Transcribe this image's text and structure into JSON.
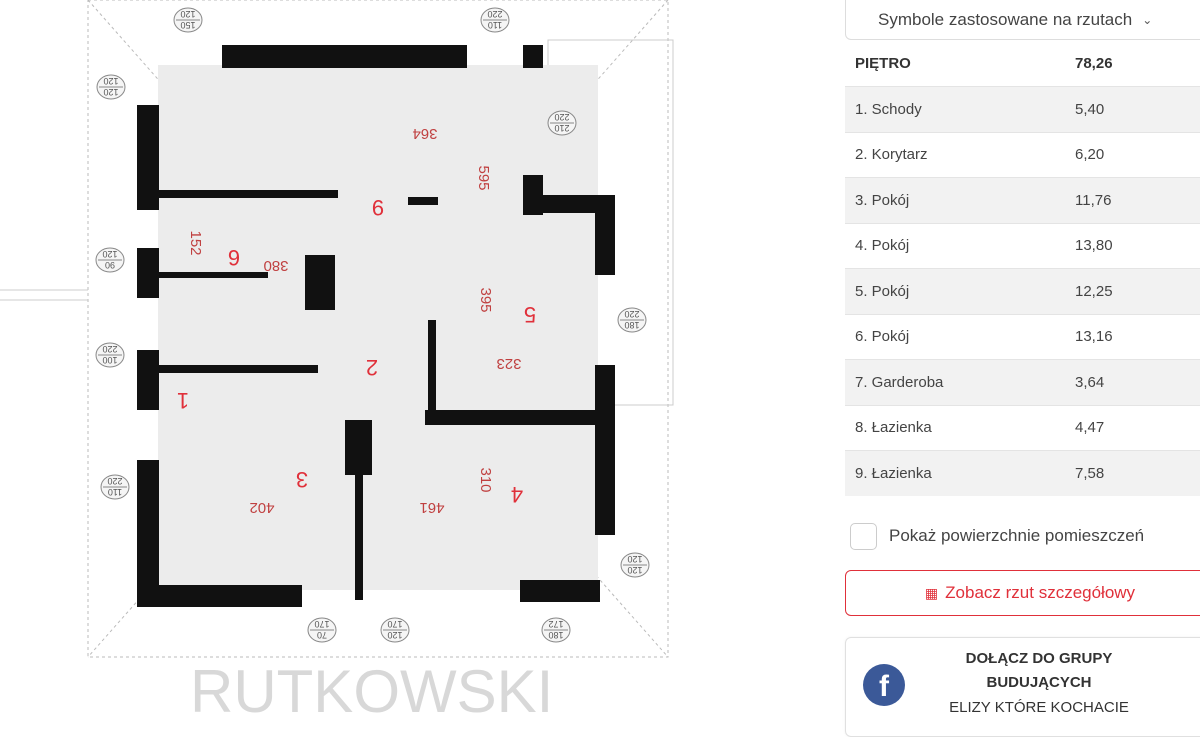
{
  "plan": {
    "rooms": [
      {
        "n": "9"
      },
      {
        "n": "6"
      },
      {
        "n": "5"
      },
      {
        "n": "2"
      },
      {
        "n": "1"
      },
      {
        "n": "3"
      },
      {
        "n": "4"
      }
    ],
    "dims": [
      "364",
      "595",
      "152",
      "380",
      "395",
      "323",
      "310",
      "402",
      "461"
    ],
    "windows": [
      [
        "150",
        "120"
      ],
      [
        "120",
        "120"
      ],
      [
        "110",
        "220"
      ],
      [
        "210",
        "220"
      ],
      [
        "90",
        "120"
      ],
      [
        "180",
        "220"
      ],
      [
        "100",
        "220"
      ],
      [
        "110",
        "220"
      ],
      [
        "120",
        "120"
      ],
      [
        "70",
        "170"
      ],
      [
        "120",
        "170"
      ],
      [
        "180",
        "172"
      ]
    ],
    "watermark": "RUTKOWSKI"
  },
  "panel": {
    "dropdown_label": "Symbole zastosowane na rzutach",
    "table": {
      "header": {
        "name": "PIĘTRO",
        "value": "78,26"
      },
      "rows": [
        {
          "name": "1. Schody",
          "value": "5,40"
        },
        {
          "name": "2. Korytarz",
          "value": "6,20"
        },
        {
          "name": "3. Pokój",
          "value": "11,76"
        },
        {
          "name": "4. Pokój",
          "value": "13,80"
        },
        {
          "name": "5. Pokój",
          "value": "12,25"
        },
        {
          "name": "6. Pokój",
          "value": "13,16"
        },
        {
          "name": "7. Garderoba",
          "value": "3,64"
        },
        {
          "name": "8. Łazienka",
          "value": "4,47"
        },
        {
          "name": "9. Łazienka",
          "value": "7,58"
        }
      ]
    },
    "checkbox_label": "Pokaż powierzchnie pomieszczeń",
    "detail_button": "Zobacz rzut szczegółowy",
    "fb": {
      "line1": "DOŁĄCZ DO GRUPY",
      "line2": "BUDUJĄCYCH",
      "line3": "ELIZY KTÓRE KOCHACIE"
    }
  },
  "colors": {
    "accent": "#e0303a",
    "fb": "#3b5998"
  }
}
